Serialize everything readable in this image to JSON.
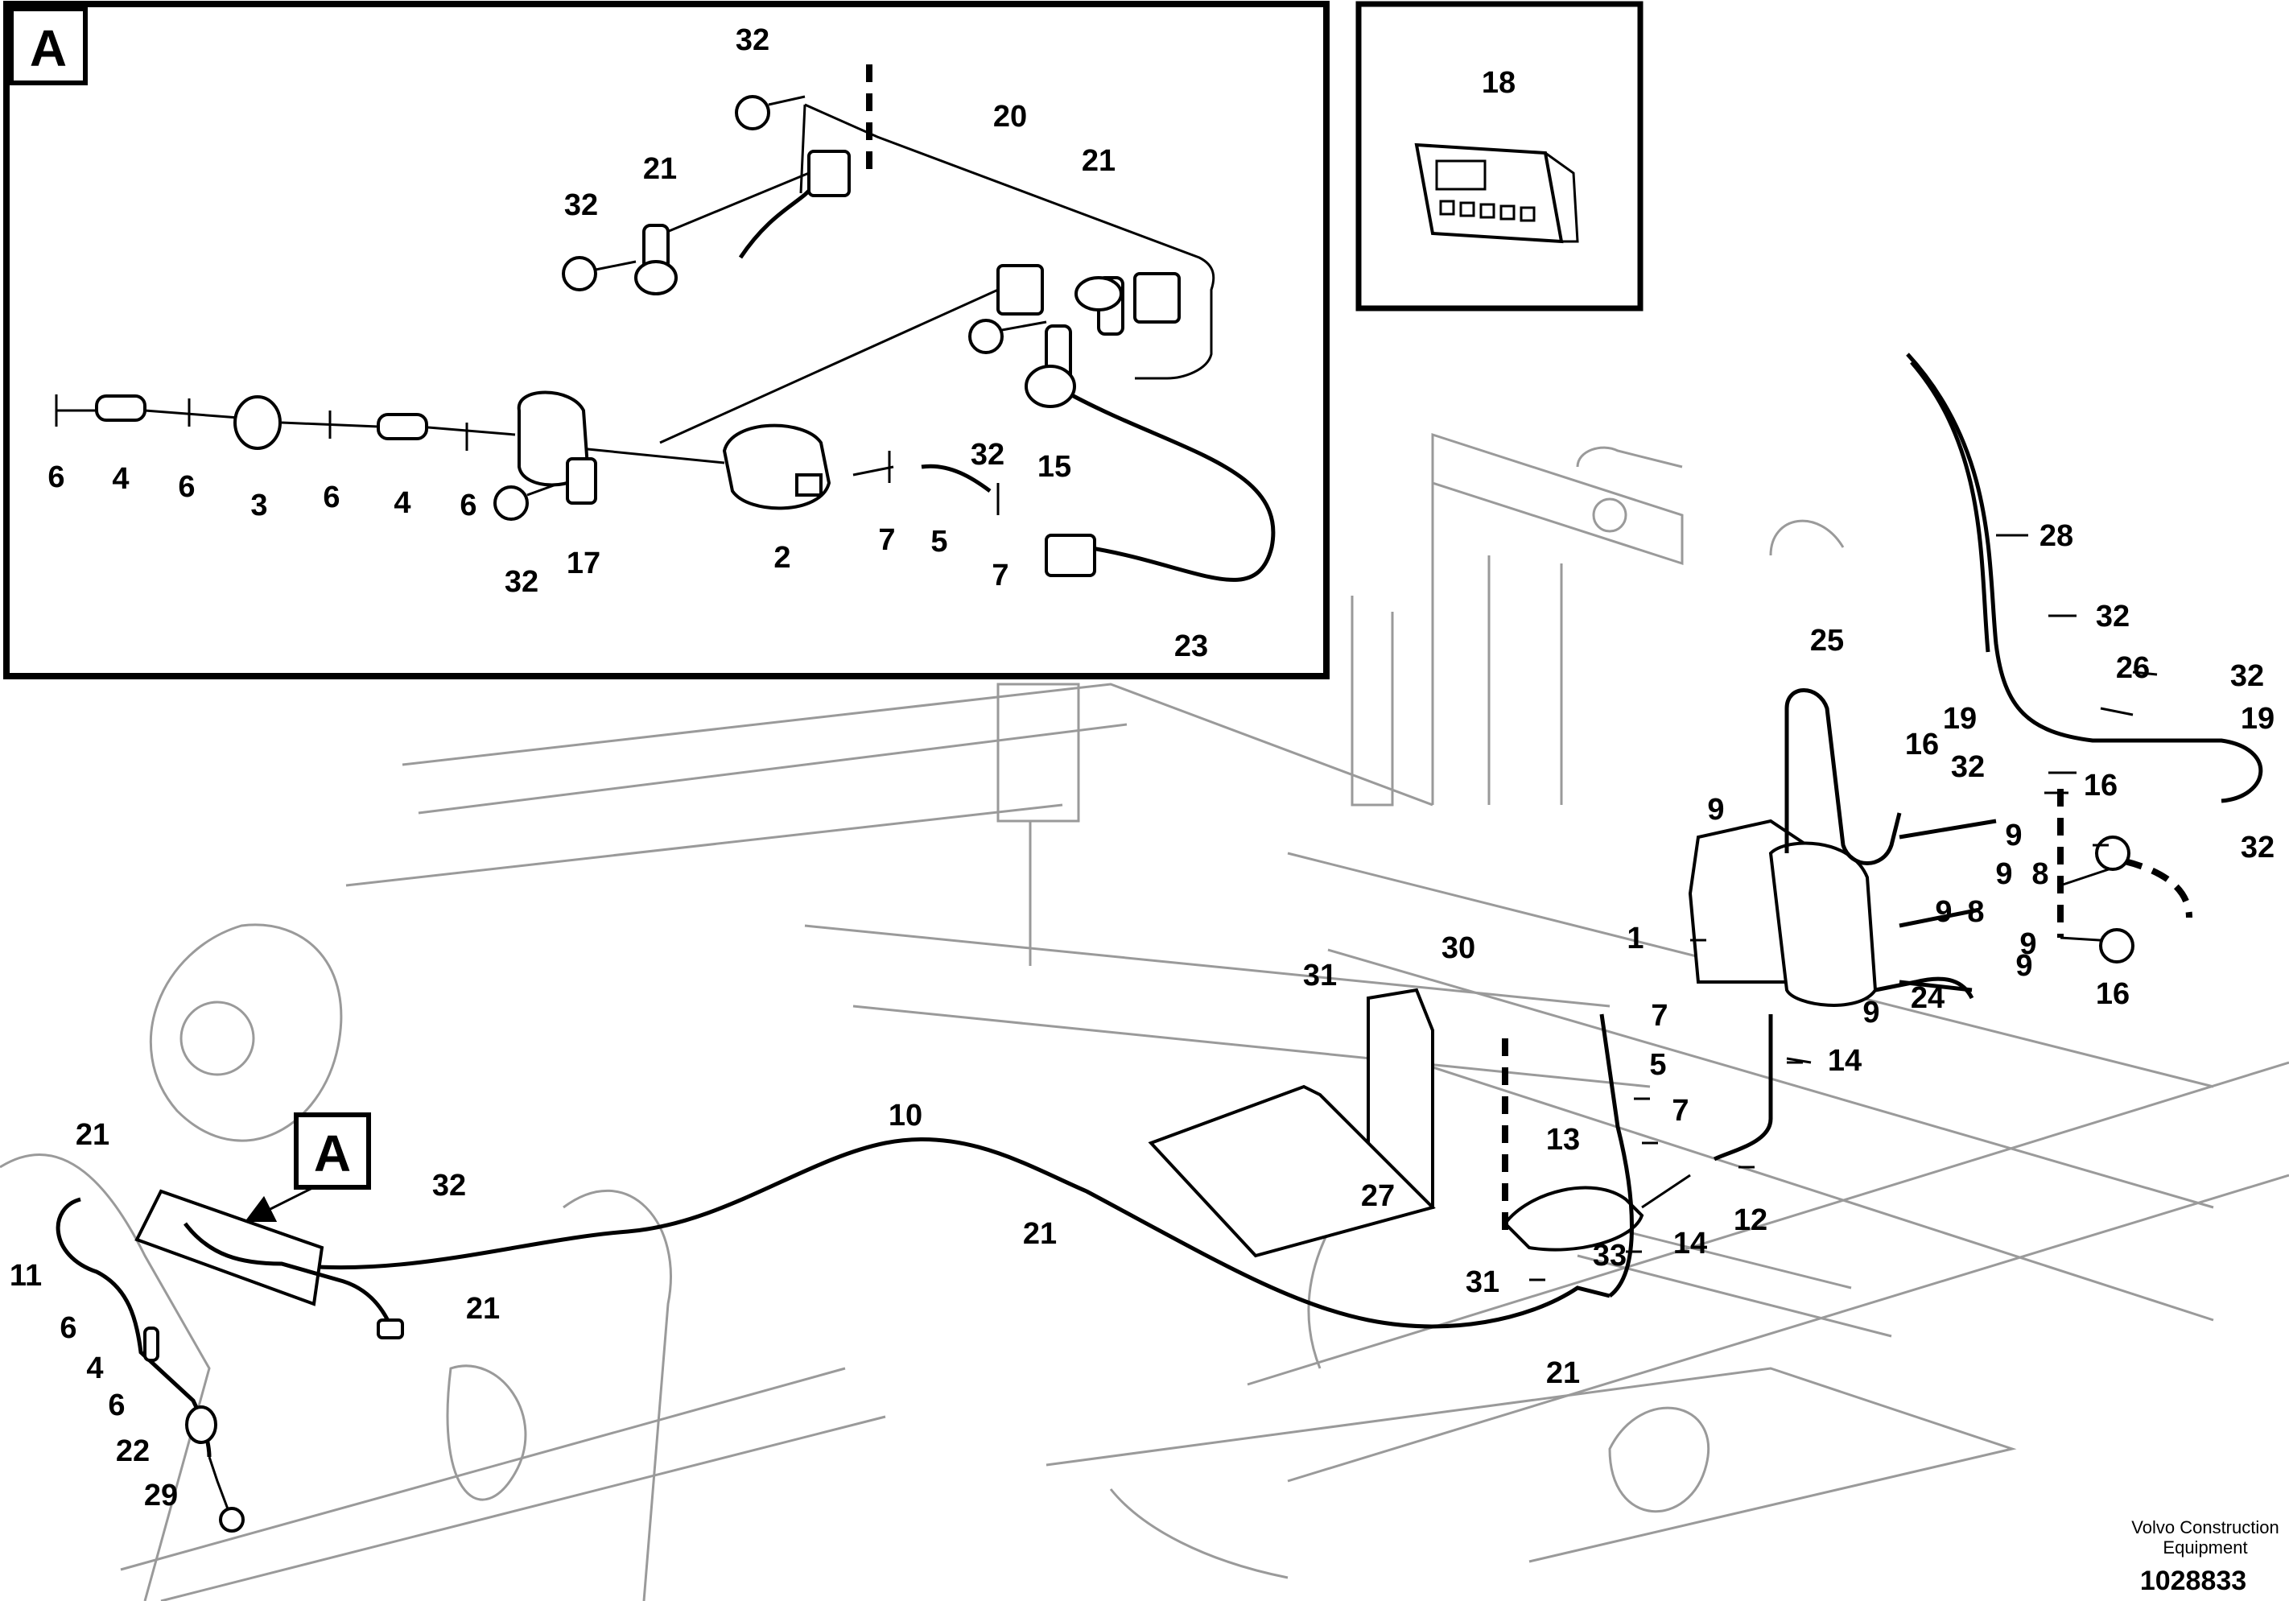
{
  "detail_a": {
    "badge": "A",
    "labels": [
      "32",
      "20",
      "21",
      "32",
      "21",
      "6",
      "4",
      "6",
      "3",
      "6",
      "4",
      "6",
      "32",
      "17",
      "2",
      "7",
      "5",
      "7",
      "32",
      "15",
      "23"
    ]
  },
  "detail_18": {
    "labels": [
      "18"
    ]
  },
  "main": {
    "badge": "A",
    "labels": [
      "28",
      "32",
      "25",
      "26",
      "32",
      "16",
      "32",
      "19",
      "19",
      "9",
      "9",
      "8",
      "9",
      "16",
      "32",
      "1",
      "9",
      "8",
      "9",
      "9",
      "16",
      "9",
      "24",
      "30",
      "31",
      "7",
      "5",
      "14",
      "7",
      "13",
      "12",
      "14",
      "33",
      "31",
      "21",
      "27",
      "10",
      "21",
      "32",
      "21",
      "21",
      "11",
      "6",
      "4",
      "6",
      "22",
      "29"
    ]
  },
  "footer": {
    "company_line1": "Volvo Construction",
    "company_line2": "Equipment",
    "number": "1028833"
  }
}
